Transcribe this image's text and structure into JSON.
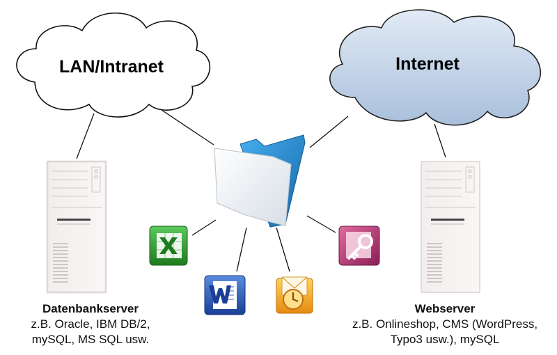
{
  "clouds": {
    "left_label": "LAN/Intranet",
    "right_label": "Internet"
  },
  "captions": {
    "left": {
      "title": "Datenbankserver",
      "line1": "z.B. Oracle, IBM DB/2,",
      "line2": "mySQL, MS SQL usw."
    },
    "right": {
      "title": "Webserver",
      "line1": "z.B. Onlineshop, CMS (WordPress,",
      "line2": "Typo3 usw.), mySQL"
    }
  },
  "icons": {
    "left_cloud": "cloud-icon",
    "right_cloud": "cloud-icon",
    "left_server": "server-tower-icon",
    "right_server": "server-tower-icon",
    "center": "filemaker-folder-icon",
    "excel": "excel-icon",
    "word": "word-icon",
    "outlook": "outlook-icon",
    "access": "access-icon"
  },
  "colors": {
    "left_cloud_fill": "#ffffff",
    "right_cloud_fill": "#c4d4e8",
    "excel_green": "#2e8b2e",
    "word_blue": "#1f55b0",
    "outlook_orange": "#f0a020",
    "access_magenta": "#b0306a",
    "folder_blue": "#2b8fd0"
  }
}
